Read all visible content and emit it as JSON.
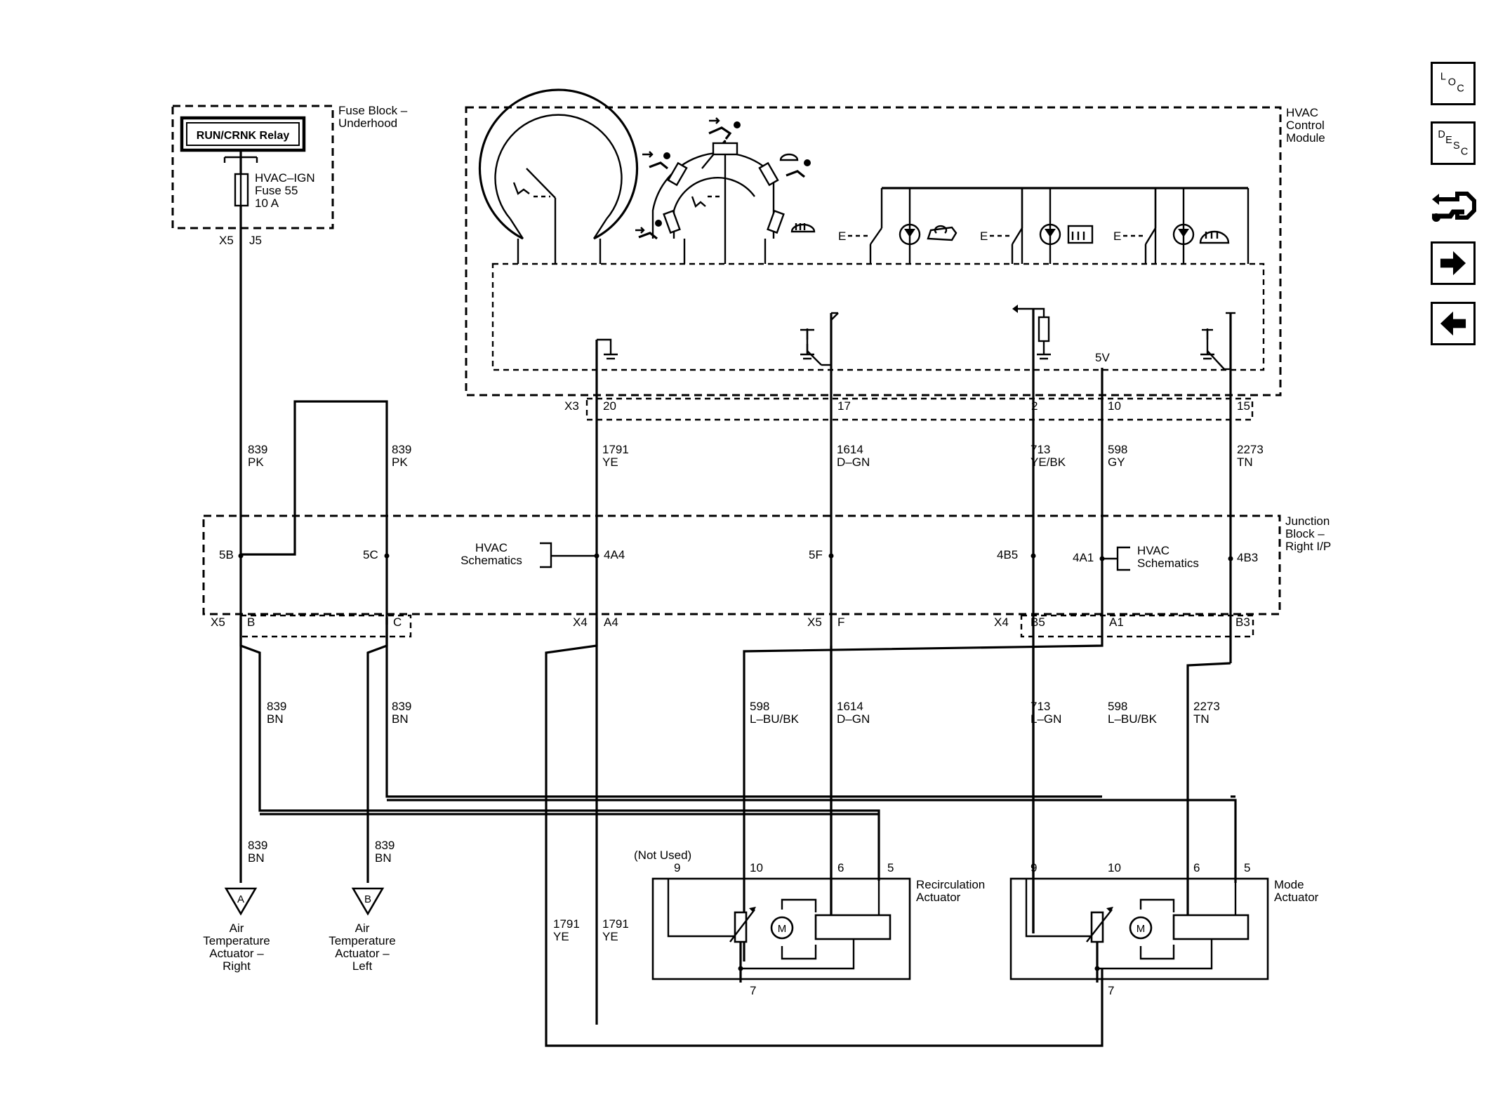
{
  "nav": {
    "loc_label": "LOC",
    "desc_label": "DESC",
    "connector_icon": "connector-icon",
    "next_icon": "arrow-right-icon",
    "prev_icon": "arrow-left-icon"
  },
  "blocks": {
    "fuse_block": "Fuse Block – Underhood",
    "relay": "RUN/CRNK Relay",
    "fuse_name": "HVAC–IGN",
    "fuse_num": "Fuse 55",
    "fuse_amp": "10 A",
    "hvac_module": "HVAC Control Module",
    "junction_block": "Junction Block – Right I/P",
    "recirc_actuator": "Recirculation Actuator",
    "mode_actuator": "Mode Actuator",
    "five_v": "5V",
    "motor": "M",
    "e": "E"
  },
  "connectors": {
    "x5_j5": [
      "X5",
      "J5"
    ],
    "x3": "X3",
    "x3_pins": [
      "20",
      "17",
      "2",
      "10",
      "15"
    ],
    "jb_top_pins": [
      "5B",
      "5C",
      "4A4",
      "5F",
      "4B5",
      "4A1",
      "4B3"
    ],
    "jb_bottom": [
      "X5",
      "B",
      "C",
      "X4",
      "A4",
      "X5",
      "F",
      "X4",
      "B5",
      "A1",
      "B3"
    ],
    "hvac_schematics": "HVAC Schematics",
    "recirc_pins": [
      "9",
      "10",
      "6",
      "5",
      "7"
    ],
    "not_used": "(Not Used)",
    "mode_pins": [
      "9",
      "10",
      "6",
      "5",
      "7"
    ]
  },
  "wires": {
    "upper": [
      {
        "num": "839",
        "color": "PK"
      },
      {
        "num": "839",
        "color": "PK"
      },
      {
        "num": "1791",
        "color": "YE"
      },
      {
        "num": "1614",
        "color": "D–GN"
      },
      {
        "num": "713",
        "color": "YE/BK"
      },
      {
        "num": "598",
        "color": "GY"
      },
      {
        "num": "2273",
        "color": "TN"
      }
    ],
    "lower": [
      {
        "num": "839",
        "color": "BN"
      },
      {
        "num": "839",
        "color": "BN"
      },
      {
        "num": "598",
        "color": "L–BU/BK"
      },
      {
        "num": "1614",
        "color": "D–GN"
      },
      {
        "num": "713",
        "color": "L–GN"
      },
      {
        "num": "598",
        "color": "L–BU/BK"
      },
      {
        "num": "2273",
        "color": "TN"
      }
    ],
    "bottom": [
      {
        "num": "839",
        "color": "BN"
      },
      {
        "num": "839",
        "color": "BN"
      },
      {
        "num": "1791",
        "color": "YE"
      },
      {
        "num": "1791",
        "color": "YE"
      }
    ]
  },
  "actuators": {
    "a_letter": "A",
    "a_name": [
      "Air",
      "Temperature",
      "Actuator –",
      "Right"
    ],
    "b_letter": "B",
    "b_name": [
      "Air",
      "Temperature",
      "Actuator –",
      "Left"
    ]
  }
}
